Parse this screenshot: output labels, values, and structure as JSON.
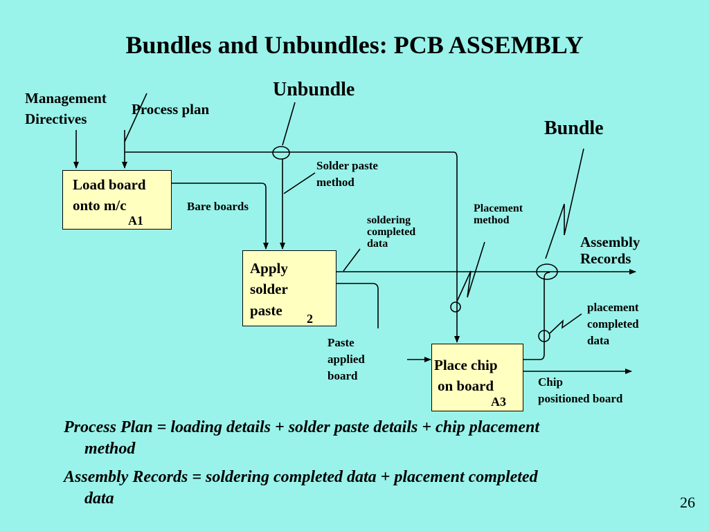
{
  "title": "Bundles and Unbundles: PCB ASSEMBLY",
  "page_number": "26",
  "labels": {
    "unbundle": "Unbundle",
    "bundle": "Bundle",
    "management_line1": "Management",
    "management_line2": "Directives",
    "process_plan": "Process plan",
    "solder_paste_method_line1": "Solder paste",
    "solder_paste_method_line2": "method",
    "bare_boards": "Bare boards",
    "soldering_line1": "soldering",
    "soldering_line2": "completed",
    "soldering_line3": "data",
    "placement_method_line1": "Placement",
    "placement_method_line2": "method",
    "assembly_records_line1": "Assembly",
    "assembly_records_line2": "Records",
    "placement_completed_line1": "placement",
    "placement_completed_line2": "completed",
    "placement_completed_line3": "data",
    "paste_applied_line1": "Paste",
    "paste_applied_line2": "applied",
    "paste_applied_line3": "board",
    "chip_positioned_line1": "Chip",
    "chip_positioned_line2": "positioned board"
  },
  "boxes": {
    "a1": {
      "line1": "Load board",
      "line2": "onto m/c",
      "id": "A1"
    },
    "a2": {
      "line1": "Apply",
      "line2": "solder",
      "line3": "paste",
      "id": "2"
    },
    "a3": {
      "line1": "Place chip",
      "line2": "on board",
      "id": "A3"
    }
  },
  "notes": {
    "process_plan_eq_line1": "Process Plan = loading details + solder paste details + chip placement",
    "process_plan_eq_line2": "method",
    "assembly_records_eq_line1": "Assembly Records = soldering completed data + placement completed",
    "assembly_records_eq_line2": "data"
  },
  "colors": {
    "background": "#99f3ea",
    "box_fill": "#ffffc0",
    "line": "#000000"
  }
}
